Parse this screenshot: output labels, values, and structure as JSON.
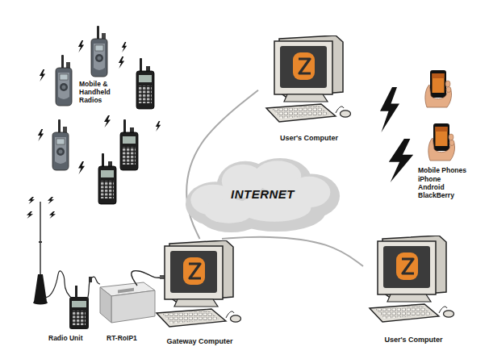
{
  "diagram": {
    "nodes": [
      {
        "text": [
          "User's Computer"
        ]
      },
      {
        "text": [
          "INTERNET"
        ]
      },
      {
        "text": [
          "Gateway Computer"
        ]
      },
      {
        "text": [
          "User's Computer"
        ]
      }
    ],
    "edges": [
      {
        "from": 2,
        "to": 0,
        "arrow": "none"
      },
      {
        "from": 2,
        "to": 3,
        "arrow": "none"
      }
    ],
    "labels": [
      "Mobile & Handheld Radios",
      "Mobile Phones",
      "iPhone Android BlackBerry",
      "Radio Unit",
      "RT-RoIP1"
    ]
  }
}
